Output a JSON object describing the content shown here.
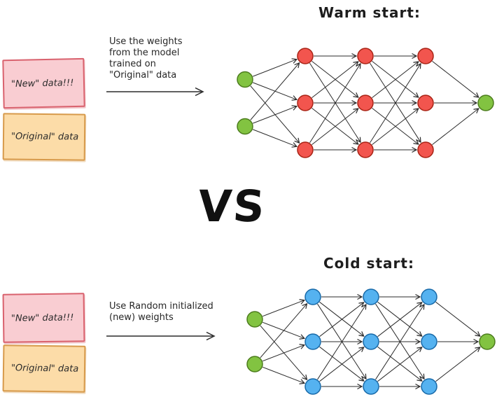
{
  "vs_label": "VS",
  "warm": {
    "title": "Warm start:",
    "notes": {
      "new": "\"New\" data!!!",
      "original": "\"Original\" data"
    },
    "arrow_label": "Use the weights\nfrom the model\ntrained on\n\"Original\" data",
    "network": {
      "layers": [
        2,
        3,
        3,
        3,
        1
      ],
      "layer_colors": [
        {
          "fill": "#82c341",
          "stroke": "#4c7c1d"
        },
        {
          "fill": "#f2554e",
          "stroke": "#a82315"
        },
        {
          "fill": "#f2554e",
          "stroke": "#a82315"
        },
        {
          "fill": "#f2554e",
          "stroke": "#a82315"
        },
        {
          "fill": "#82c341",
          "stroke": "#4c7c1d"
        }
      ],
      "edge_color": "#2b2b2b"
    }
  },
  "cold": {
    "title": "Cold start:",
    "notes": {
      "new": "\"New\" data!!!",
      "original": "\"Original\" data"
    },
    "arrow_label": "Use Random initialized\n(new) weights",
    "network": {
      "layers": [
        2,
        3,
        3,
        3,
        1
      ],
      "layer_colors": [
        {
          "fill": "#82c341",
          "stroke": "#4c7c1d"
        },
        {
          "fill": "#55b2f0",
          "stroke": "#1769a8"
        },
        {
          "fill": "#55b2f0",
          "stroke": "#1769a8"
        },
        {
          "fill": "#55b2f0",
          "stroke": "#1769a8"
        },
        {
          "fill": "#82c341",
          "stroke": "#4c7c1d"
        }
      ],
      "edge_color": "#2b2b2b"
    }
  },
  "colors": {
    "note_pink_bg": "#f9cdd2",
    "note_pink_border": "#d9626e",
    "note_orange_bg": "#fcdca8",
    "note_orange_border": "#d79a4b",
    "ink": "#222222",
    "node_green": "#82c341",
    "node_red": "#f2554e",
    "node_blue": "#55b2f0"
  }
}
